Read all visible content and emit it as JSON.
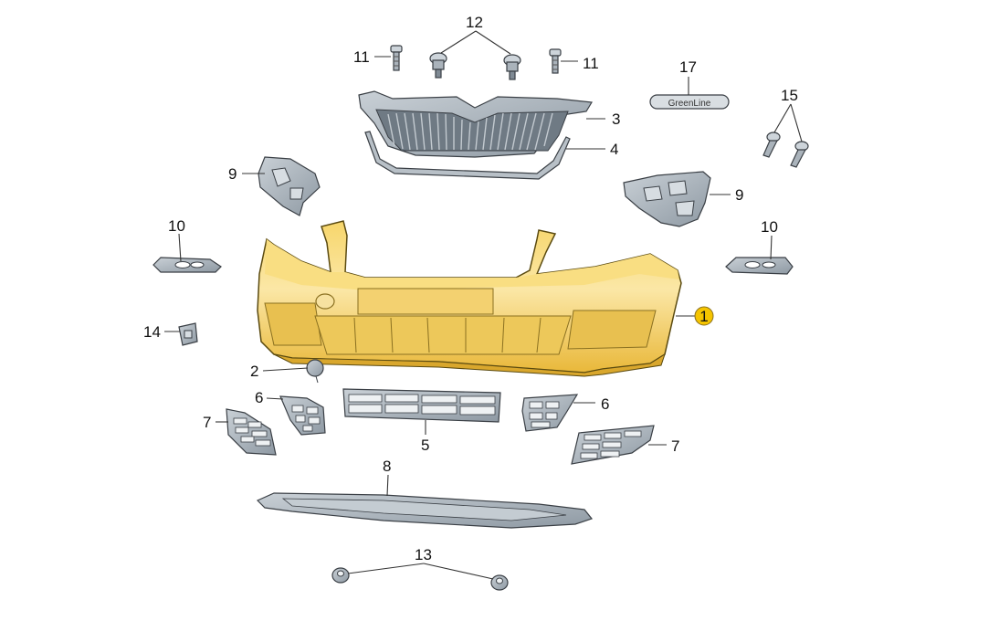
{
  "callouts": {
    "c1": "1",
    "c2": "2",
    "c3": "3",
    "c4": "4",
    "c5": "5",
    "c6a": "6",
    "c6b": "6",
    "c7a": "7",
    "c7b": "7",
    "c8": "8",
    "c9a": "9",
    "c9b": "9",
    "c10a": "10",
    "c10b": "10",
    "c11a": "11",
    "c11b": "11",
    "c12": "12",
    "c13": "13",
    "c14": "14",
    "c15": "15",
    "c17": "17"
  },
  "badge_text": "GreenLine",
  "colors": {
    "bumper": "#f2c94c",
    "highlight": "#f5c400",
    "parts": "#aab3bb"
  }
}
